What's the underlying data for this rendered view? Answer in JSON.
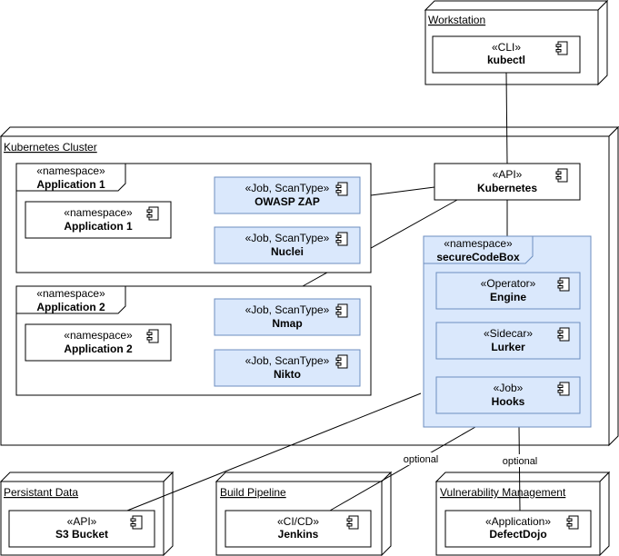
{
  "nodes": {
    "workstation": "Workstation",
    "cluster": "Kubernetes Cluster",
    "persistent": "Persistant Data",
    "build": "Build Pipeline",
    "vuln": "Vulnerability Management"
  },
  "namespaces": {
    "app1": {
      "stereotype": "«namespace»",
      "name": "Application 1"
    },
    "app2": {
      "stereotype": "«namespace»",
      "name": "Application 2"
    },
    "scb": {
      "stereotype": "«namespace»",
      "name": "secureCodeBox"
    }
  },
  "components": {
    "kubectl": {
      "stereotype": "«CLI»",
      "name": "kubectl"
    },
    "kubernetes": {
      "stereotype": "«API»",
      "name": "Kubernetes"
    },
    "app1_comp": {
      "stereotype": "«namespace»",
      "name": "Application 1"
    },
    "app2_comp": {
      "stereotype": "«namespace»",
      "name": "Application 2"
    },
    "zap": {
      "stereotype": "«Job, ScanType»",
      "name": "OWASP ZAP"
    },
    "nuclei": {
      "stereotype": "«Job, ScanType»",
      "name": "Nuclei"
    },
    "nmap": {
      "stereotype": "«Job, ScanType»",
      "name": "Nmap"
    },
    "nikto": {
      "stereotype": "«Job, ScanType»",
      "name": "Nikto"
    },
    "engine": {
      "stereotype": "«Operator»",
      "name": "Engine"
    },
    "lurker": {
      "stereotype": "«Sidecar»",
      "name": "Lurker"
    },
    "hooks": {
      "stereotype": "«Job»",
      "name": "Hooks"
    },
    "s3": {
      "stereotype": "«API»",
      "name": "S3 Bucket"
    },
    "jenkins": {
      "stereotype": "«CI/CD»",
      "name": "Jenkins"
    },
    "defectdojo": {
      "stereotype": "«Application»",
      "name": "DefectDojo"
    }
  },
  "edge_labels": {
    "jenkins_optional": "optional",
    "defectdojo_optional": "optional"
  },
  "colors": {
    "job_fill": "#dae8fc",
    "job_stroke": "#6c8ebf",
    "stroke": "#000000",
    "fill": "#ffffff"
  }
}
